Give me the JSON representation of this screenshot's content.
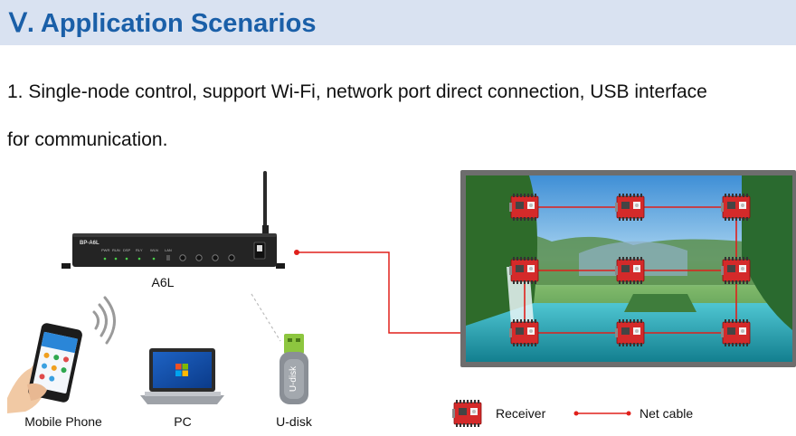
{
  "section": {
    "title": "Ⅴ. Application Scenarios"
  },
  "paragraph": {
    "line1": "1. Single-node control, support Wi-Fi, network port direct connection, USB interface",
    "line2": "for communication."
  },
  "diagram": {
    "controller": {
      "label": "A6L",
      "model": "BP-A6L"
    },
    "devices": [
      {
        "label": "Mobile Phone"
      },
      {
        "label": "PC"
      },
      {
        "label": "U-disk",
        "stick_text": "U-disk"
      }
    ],
    "legend": {
      "receiver_label": "Receiver",
      "cable_label": "Net cable"
    },
    "colors": {
      "cable": "#e0201b",
      "receiver": "#d42a2a",
      "header_bg": "#d9e2f1",
      "title": "#1a5fa8"
    }
  }
}
